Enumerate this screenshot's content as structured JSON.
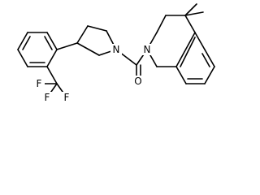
{
  "molecule": {
    "atoms": {
      "carbonyl_oxygen": "O",
      "pyrrolidine_nitrogen": "N",
      "quinoline_nitrogen": "N",
      "fluorine_left": "F",
      "fluorine_bottom_left": "F",
      "fluorine_bottom_right": "F"
    }
  }
}
